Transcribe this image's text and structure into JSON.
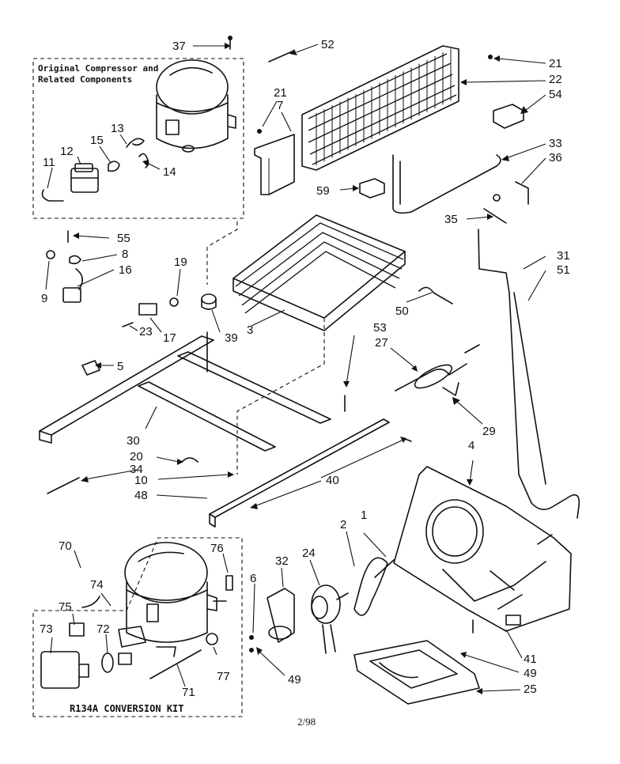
{
  "box_titles": {
    "original": [
      "Original Compressor and",
      "Related Components"
    ],
    "kit": "R134A CONVERSION KIT"
  },
  "footer": "2/98",
  "callouts": [
    {
      "id": "c37",
      "text": "37"
    },
    {
      "id": "c52",
      "text": "52"
    },
    {
      "id": "c21a",
      "text": "21"
    },
    {
      "id": "c22",
      "text": "22"
    },
    {
      "id": "c54",
      "text": "54"
    },
    {
      "id": "c21b",
      "text": "21"
    },
    {
      "id": "c7",
      "text": "7"
    },
    {
      "id": "c13",
      "text": "13"
    },
    {
      "id": "c15",
      "text": "15"
    },
    {
      "id": "c12",
      "text": "12"
    },
    {
      "id": "c11",
      "text": "11"
    },
    {
      "id": "c14",
      "text": "14"
    },
    {
      "id": "c33",
      "text": "33"
    },
    {
      "id": "c36",
      "text": "36"
    },
    {
      "id": "c59",
      "text": "59"
    },
    {
      "id": "c35",
      "text": "35"
    },
    {
      "id": "c55",
      "text": "55"
    },
    {
      "id": "c8",
      "text": "8"
    },
    {
      "id": "c16",
      "text": "16"
    },
    {
      "id": "c9",
      "text": "9"
    },
    {
      "id": "c19",
      "text": "19"
    },
    {
      "id": "c31",
      "text": "31"
    },
    {
      "id": "c51",
      "text": "51"
    },
    {
      "id": "c17",
      "text": "17"
    },
    {
      "id": "c23",
      "text": "23"
    },
    {
      "id": "c39",
      "text": "39"
    },
    {
      "id": "c3",
      "text": "3"
    },
    {
      "id": "c50",
      "text": "50"
    },
    {
      "id": "c53",
      "text": "53"
    },
    {
      "id": "c27",
      "text": "27"
    },
    {
      "id": "c5",
      "text": "5"
    },
    {
      "id": "c29",
      "text": "29"
    },
    {
      "id": "c30",
      "text": "30"
    },
    {
      "id": "c20",
      "text": "20"
    },
    {
      "id": "c34",
      "text": "34"
    },
    {
      "id": "c4",
      "text": "4"
    },
    {
      "id": "c10",
      "text": "10"
    },
    {
      "id": "c40",
      "text": "40"
    },
    {
      "id": "c48",
      "text": "48"
    },
    {
      "id": "c70",
      "text": "70"
    },
    {
      "id": "c76",
      "text": "76"
    },
    {
      "id": "c2",
      "text": "2"
    },
    {
      "id": "c1",
      "text": "1"
    },
    {
      "id": "c32",
      "text": "32"
    },
    {
      "id": "c24",
      "text": "24"
    },
    {
      "id": "c74",
      "text": "74"
    },
    {
      "id": "c6",
      "text": "6"
    },
    {
      "id": "c73",
      "text": "73"
    },
    {
      "id": "c75",
      "text": "75"
    },
    {
      "id": "c72",
      "text": "72"
    },
    {
      "id": "c77",
      "text": "77"
    },
    {
      "id": "c41",
      "text": "41"
    },
    {
      "id": "c49a",
      "text": "49"
    },
    {
      "id": "c49b",
      "text": "49"
    },
    {
      "id": "c71",
      "text": "71"
    },
    {
      "id": "c25",
      "text": "25"
    }
  ]
}
